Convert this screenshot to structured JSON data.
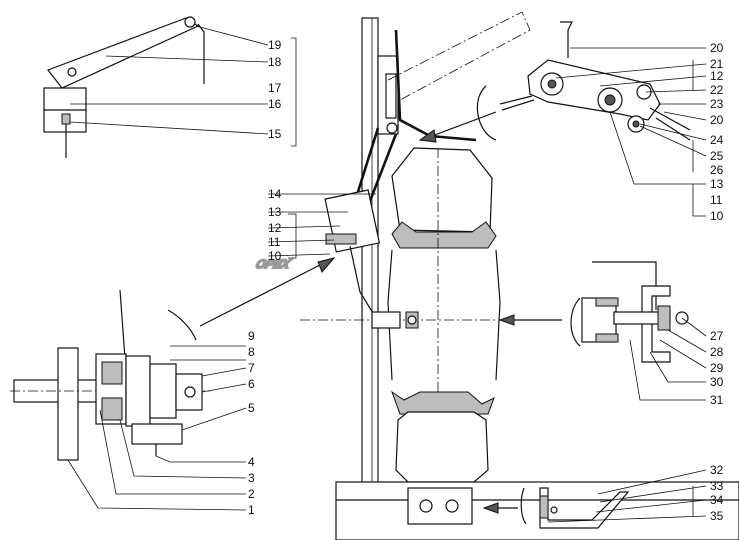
{
  "watermark": "OPEX",
  "callouts": {
    "tl": [
      "19",
      "18",
      "17",
      "16",
      "15"
    ],
    "mid": [
      "14",
      "13",
      "12",
      "11",
      "10"
    ],
    "tr": [
      "20",
      "21",
      "12",
      "22",
      "23",
      "20",
      "24",
      "25",
      "26",
      "13",
      "11",
      "10"
    ],
    "bl": [
      "9",
      "8",
      "7",
      "6",
      "5",
      "4",
      "3",
      "2",
      "1"
    ],
    "mr": [
      "27",
      "28",
      "29",
      "30",
      "31"
    ],
    "br": [
      "32",
      "33",
      "34",
      "35"
    ]
  }
}
